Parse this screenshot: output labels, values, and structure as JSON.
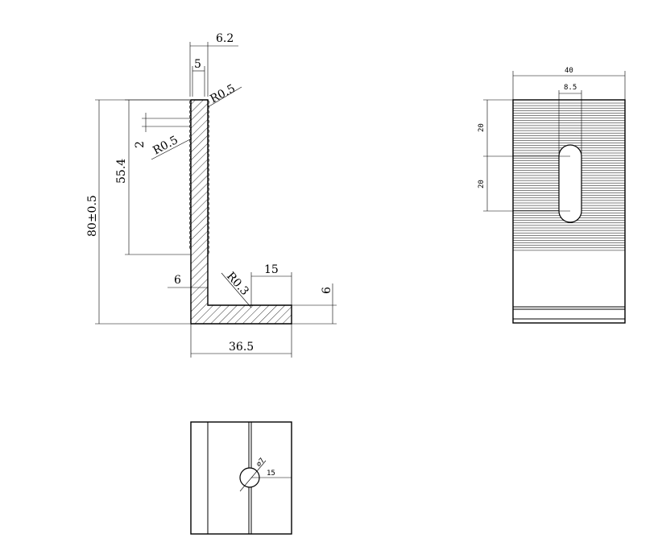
{
  "side_view": {
    "dim_top_width": "6.2",
    "dim_wall": "5",
    "dim_radius_top": "R0.5",
    "dim_pitch": "2",
    "dim_radius_serration": "R0.5",
    "dim_serrated_length": "55.4",
    "dim_height": "80±0.5",
    "dim_base_thickness_left": "6",
    "dim_radius_inner": "R0.3",
    "dim_flange": "15",
    "dim_base_thickness_right": "6",
    "dim_base_width": "36.5"
  },
  "front_view": {
    "dim_width": "40",
    "dim_slot_width": "8.5",
    "dim_slot_offset": "20",
    "dim_slot_length": "20"
  },
  "bottom_view": {
    "dim_hole_diameter": "∅7",
    "dim_hole_offset": "15"
  }
}
